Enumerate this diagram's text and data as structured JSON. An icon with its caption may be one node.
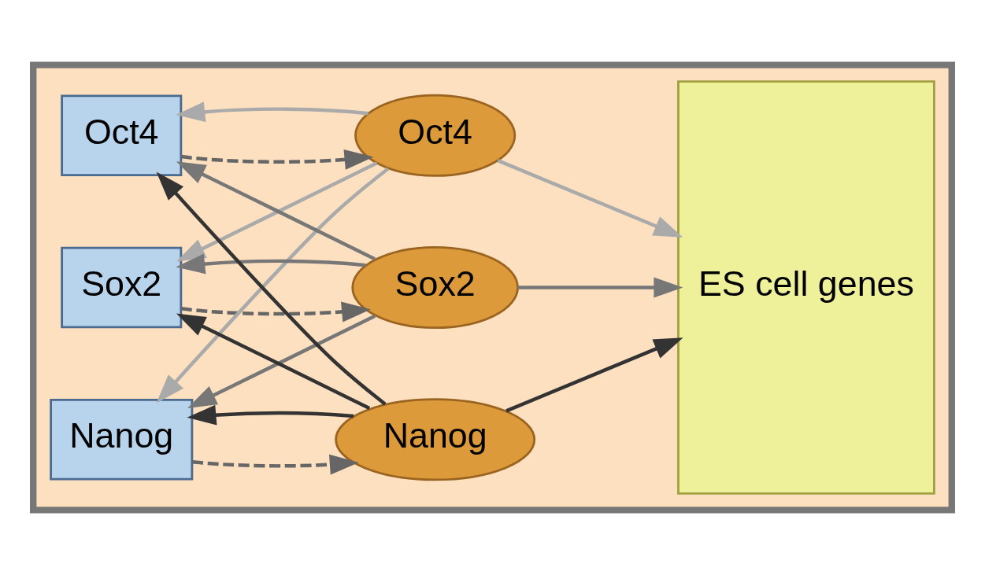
{
  "diagram": {
    "nodes": [
      {
        "text": [],
        "shape": "box"
      },
      {
        "text": [
          "Oct4"
        ],
        "in": 0
      },
      {
        "text": [
          "Sox2"
        ],
        "in": 0
      },
      {
        "text": [
          "Nanog"
        ],
        "in": 0
      },
      {
        "text": [
          "Oct4"
        ],
        "in": 0
      },
      {
        "text": [
          "Sox2"
        ],
        "in": 0
      },
      {
        "text": [
          "Nanog"
        ],
        "in": 0
      },
      {
        "text": [
          "ES cell genes"
        ],
        "in": 0
      }
    ],
    "edges": [
      {
        "from": 1,
        "to": 4,
        "arrow": "to",
        "style": "dashed",
        "color": "#666666"
      },
      {
        "from": 2,
        "to": 5,
        "arrow": "to",
        "style": "dashed",
        "color": "#666666"
      },
      {
        "from": 3,
        "to": 6,
        "arrow": "to",
        "style": "dashed",
        "color": "#666666"
      },
      {
        "from": 4,
        "to": 1,
        "arrow": "to",
        "color": "#aaaaaa"
      },
      {
        "from": 4,
        "to": 2,
        "arrow": "to",
        "color": "#aaaaaa"
      },
      {
        "from": 4,
        "to": 3,
        "arrow": "to",
        "color": "#aaaaaa"
      },
      {
        "from": 4,
        "to": 7,
        "arrow": "to",
        "color": "#aaaaaa"
      },
      {
        "from": 5,
        "to": 1,
        "arrow": "to",
        "color": "#777777"
      },
      {
        "from": 5,
        "to": 2,
        "arrow": "to",
        "color": "#777777"
      },
      {
        "from": 5,
        "to": 3,
        "arrow": "to",
        "color": "#777777"
      },
      {
        "from": 5,
        "to": 7,
        "arrow": "to",
        "color": "#777777"
      },
      {
        "from": 6,
        "to": 1,
        "arrow": "to",
        "color": "#333333"
      },
      {
        "from": 6,
        "to": 2,
        "arrow": "to",
        "color": "#333333"
      },
      {
        "from": 6,
        "to": 3,
        "arrow": "to",
        "color": "#333333"
      },
      {
        "from": 6,
        "to": 7,
        "arrow": "to",
        "color": "#333333"
      }
    ]
  }
}
